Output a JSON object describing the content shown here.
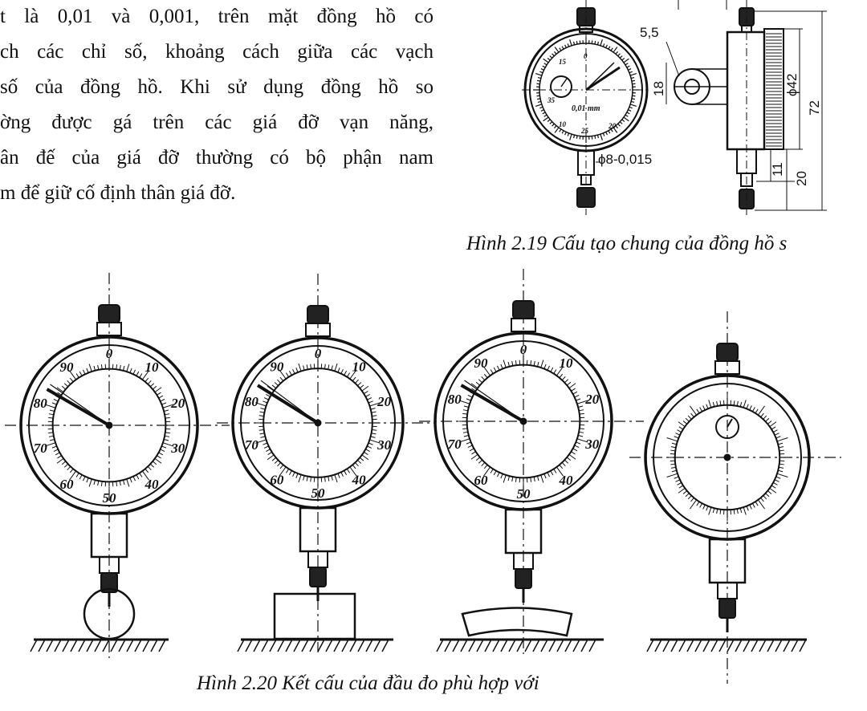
{
  "paragraph": {
    "lines": [
      "t là 0,01 và 0,001, trên mặt đồng hồ có",
      "ch các chỉ số, khoảng cách giữa các vạch",
      "số của đồng hồ. Khi sử dụng đồng hồ so",
      "ờng được gá trên các giá đỡ vạn năng,",
      "ân đế của giá đỡ thường có bộ phận nam",
      "m để giữ cố định thân giá đỡ."
    ]
  },
  "figure_2_19": {
    "caption": "Hình 2.19 Cấu tạo chung của đồng hồ s",
    "dimensions": {
      "d1": "5,5",
      "d2": "18",
      "d3": "ϕ42",
      "d4": "72",
      "d5": "ϕ8-0,015",
      "d6": "11",
      "d7": "20"
    },
    "dial_text": "0,01 mm",
    "dial_numbers": [
      "0",
      "15",
      "35",
      "25",
      "20",
      "10"
    ]
  },
  "figure_2_20": {
    "caption": "Hình 2.20 Kết cấu của đầu đo phù hợp với",
    "gauge1_numbers": [
      "0",
      "10",
      "20",
      "30",
      "40",
      "50",
      "60",
      "70",
      "80",
      "90"
    ],
    "gauge2_numbers": [
      "0",
      "10",
      "20",
      "30",
      "40",
      "50",
      "60",
      "70",
      "80",
      "90"
    ],
    "gauge3_numbers": [
      "0",
      "10",
      "20",
      "30",
      "40",
      "50",
      "60",
      "70",
      "80",
      "90"
    ]
  }
}
